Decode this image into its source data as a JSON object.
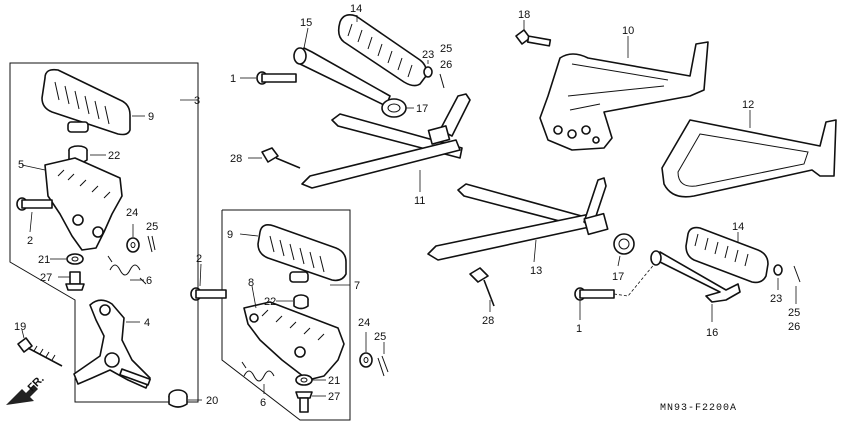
{
  "labels": {
    "l1a": "1",
    "l1b": "1",
    "l2a": "2",
    "l2b": "2",
    "l3": "3",
    "l4": "4",
    "l5": "5",
    "l6a": "6",
    "l6b": "6",
    "l7": "7",
    "l8": "8",
    "l9a": "9",
    "l9b": "9",
    "l10": "10",
    "l11": "11",
    "l12": "12",
    "l13": "13",
    "l14a": "14",
    "l14b": "14",
    "l15": "15",
    "l16": "16",
    "l17a": "17",
    "l17b": "17",
    "l18": "18",
    "l19": "19",
    "l20": "20",
    "l21a": "21",
    "l21b": "21",
    "l22a": "22",
    "l22b": "22",
    "l23a": "23",
    "l23b": "23",
    "l24a": "24",
    "l24b": "24",
    "l25a": "25",
    "l25b": "25",
    "l25c": "25",
    "l26a": "26",
    "l26b": "26",
    "l27a": "27",
    "l27b": "27",
    "l28a": "28",
    "l28b": "28"
  },
  "direction_marker": "FR.",
  "diagram_code": "MN93-F2200A",
  "colors": {
    "ink": "#111111",
    "paper": "#ffffff"
  }
}
